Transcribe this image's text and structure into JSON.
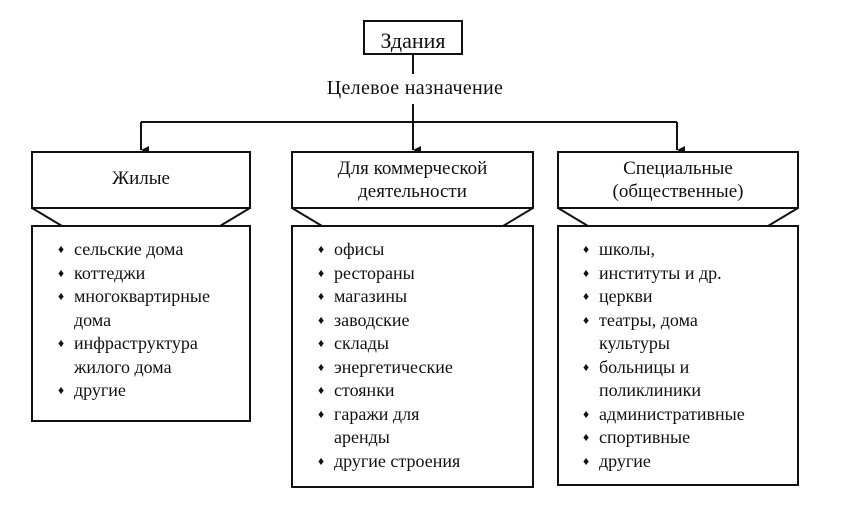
{
  "root": {
    "label": "Здания"
  },
  "edge_label": "Целевое назначение",
  "bullet_glyph": "♦",
  "categories": [
    {
      "title_lines": [
        "Жилые"
      ],
      "items": [
        "сельские дома",
        "коттеджи",
        "многоквартирные\nдома",
        "инфраструктура\nжилого дома",
        "другие"
      ]
    },
    {
      "title_lines": [
        "Для коммерческой",
        "деятельности"
      ],
      "items": [
        "офисы",
        "рестораны",
        "магазины",
        "заводские",
        "склады",
        "энергетические",
        "стоянки",
        "гаражи для\nаренды",
        "другие строения"
      ]
    },
    {
      "title_lines": [
        "Специальные",
        "(общественные)"
      ],
      "items": [
        "школы,",
        "институты и др.",
        "церкви",
        "театры, дома\nкультуры",
        "больницы и\nполиклиники",
        "административные",
        "спортивные",
        "другие"
      ]
    }
  ]
}
